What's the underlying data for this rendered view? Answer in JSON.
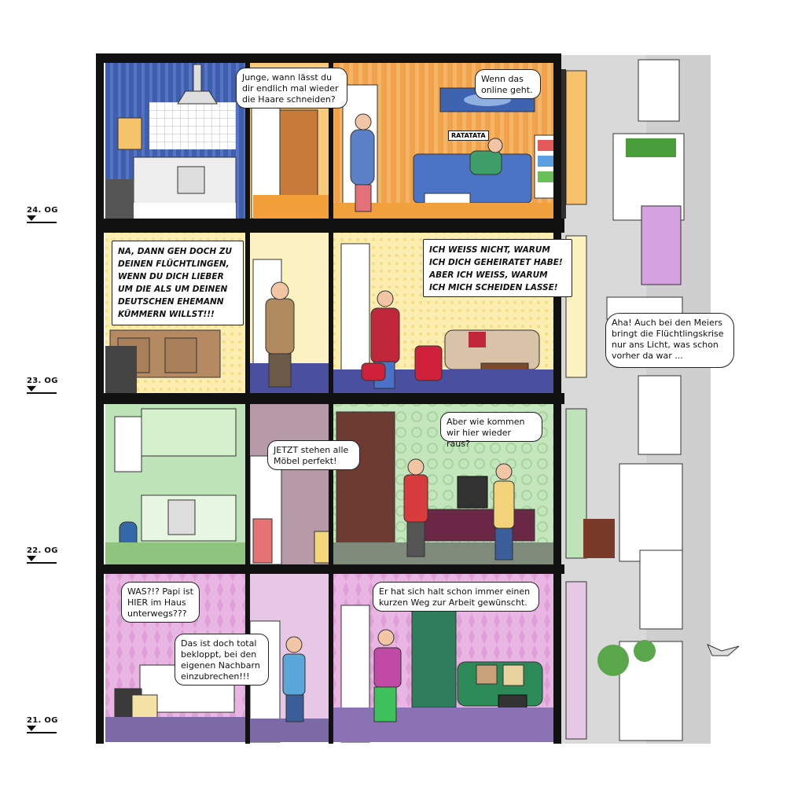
{
  "floors": [
    {
      "label": "24. OG"
    },
    {
      "label": "23. OG"
    },
    {
      "label": "22. OG"
    },
    {
      "label": "21. OG"
    }
  ],
  "bubbles": {
    "haircut": "Junge, wann lässt du\ndir endlich mal wieder\ndie Haare schneiden?",
    "online": "Wenn das\nonline geht.",
    "ratatata": "RATATATA",
    "refugees": "NA, DANN GEH DOCH ZU\nDEINEN FLÜCHTLINGEN,\nWENN DU DICH LIEBER\nUM DIE ALS UM DEINEN\nDEUTSCHEN EHEMANN\nKÜMMERN WILLST!!!",
    "divorce": "ICH WEISS NICHT, WARUM\nICH DICH GEHEIRATET HABE!\nABER ICH WEISS, WARUM\nICH MICH SCHEIDEN LASSE!",
    "meiers": "Aha! Auch bei den Meiers\nbringt die Flüchtlingskrise\nnur ans Licht, was schon\nvorher da war ...",
    "furniture": "JETZT stehen alle\nMöbel perfekt!",
    "getout": "Aber wie kommen\nwir hier wieder raus?",
    "papi": "WAS?!? Papi ist\nHIER im Haus\nunterwegs???",
    "bekloppt": "Das ist doch total\nbekloppt, bei den\neigenen Nachbarn\neinzubrechen!!!",
    "shortway": "Er hat sich halt schon immer einen\nkurzen Weg zur Arbeit gewünscht."
  },
  "colors": {
    "frame": "#111111",
    "facade": "#d9d9d9",
    "kitchen24": "#3f5fae",
    "living24": "#f2a24a",
    "floor23": "#fbeeb0",
    "floor22": "#bfe3b8",
    "hall22": "#b79aa8",
    "floor21": "#e9b6e3",
    "carpet": "#4a4fa0"
  }
}
